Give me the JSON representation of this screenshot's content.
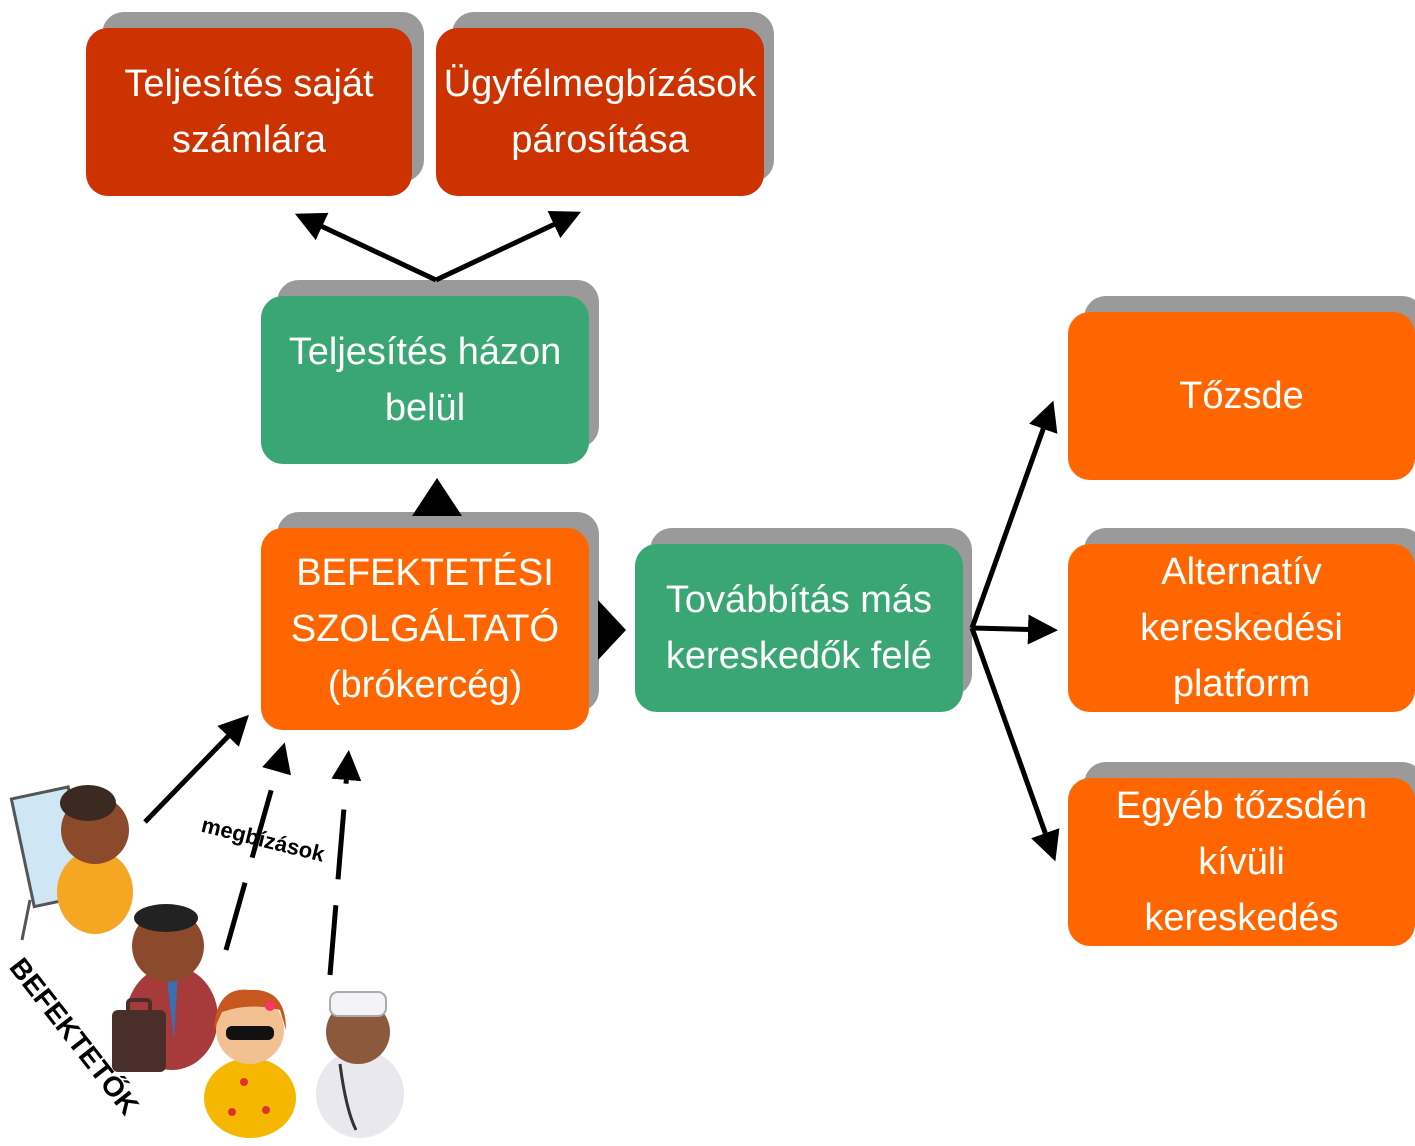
{
  "boxes": {
    "own_account": "Teljesítés saját\nszámlára",
    "client_matching": "Ügyfélmegbízások\npárosítása",
    "internal": "Teljesítés házon\nbelül",
    "provider": "BEFEKTETÉSI\nSZOLGÁLTATÓ\n(brókercég)",
    "forwarding": "Továbbítás más\nkereskedők felé",
    "exchange": "Tőzsde",
    "alt_platform": "Alternatív\nkereskedési platform",
    "otc": "Egyéb tőzsdén kívüli\nkereskedés"
  },
  "labels": {
    "orders": "megbízások",
    "investors": "BEFEKTETŐK"
  },
  "colors": {
    "red": "#cc3300",
    "green": "#3aa673",
    "orange": "#ff6600",
    "shadow": "#9a9a9a",
    "arrow": "#000000"
  },
  "icons": [
    "teacher-investor-icon",
    "businessman-investor-icon",
    "woman-sunglasses-investor-icon",
    "doctor-investor-icon"
  ]
}
